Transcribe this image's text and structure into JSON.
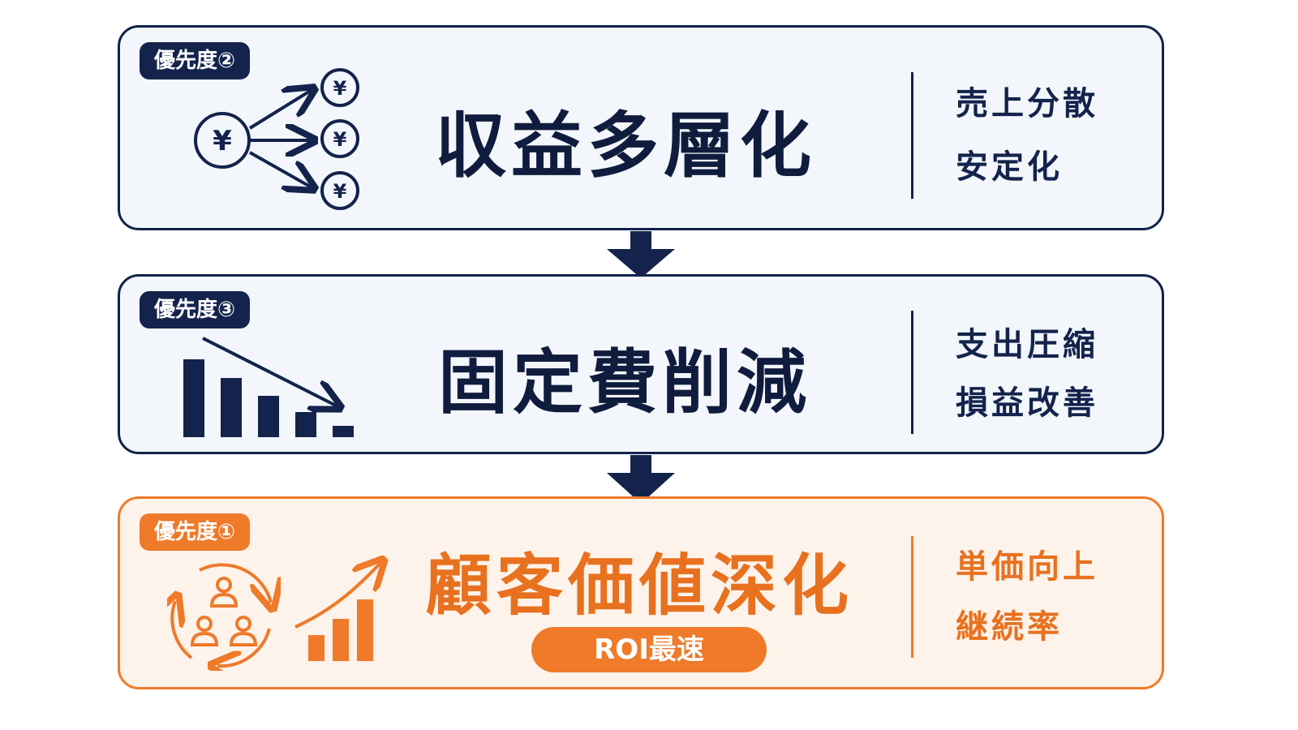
{
  "cards": [
    {
      "priority_badge": "優先度②",
      "title": "収益多層化",
      "points": [
        "売上分散",
        "安定化"
      ],
      "icon": "yen-diversification-icon",
      "theme": "navy"
    },
    {
      "priority_badge": "優先度③",
      "title": "固定費削減",
      "points": [
        "支出圧縮",
        "損益改善"
      ],
      "icon": "declining-bars-icon",
      "theme": "navy"
    },
    {
      "priority_badge": "優先度①",
      "title": "顧客価値深化",
      "subtitle_pill": "ROI最速",
      "points": [
        "単価向上",
        "継続率"
      ],
      "icons": [
        "customer-cycle-icon",
        "growth-chart-icon"
      ],
      "theme": "orange"
    }
  ],
  "icon_labels": {
    "yen": "¥"
  },
  "colors": {
    "navy": "#13234c",
    "orange": "#ee7a2a",
    "navy_bg": "#f3f6fb",
    "orange_bg": "#fdf3ea"
  }
}
